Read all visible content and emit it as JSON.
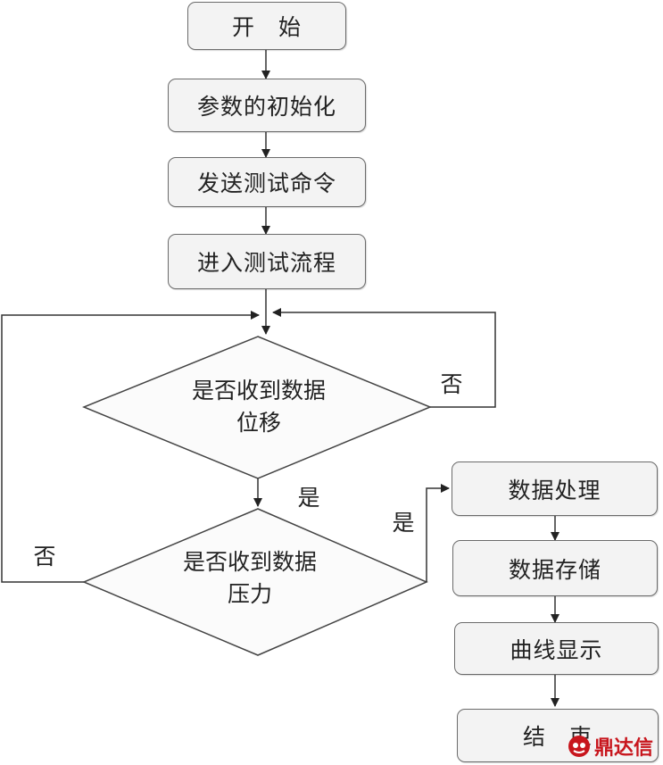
{
  "nodes": {
    "start": "开　始",
    "init": "参数的初始化",
    "send": "发送测试命令",
    "enter": "进入测试流程",
    "decision_disp_line1": "是否收到数据",
    "decision_disp_line2": "位移",
    "decision_press_line1": "是否收到数据",
    "decision_press_line2": "压力",
    "process": "数据处理",
    "store": "数据存储",
    "curve": "曲线显示",
    "end": "结　束"
  },
  "edge_labels": {
    "disp_no": "否",
    "disp_yes": "是",
    "press_no": "否",
    "press_yes": "是"
  },
  "watermark": {
    "text": "鼎达信",
    "color": "#c8161d"
  }
}
